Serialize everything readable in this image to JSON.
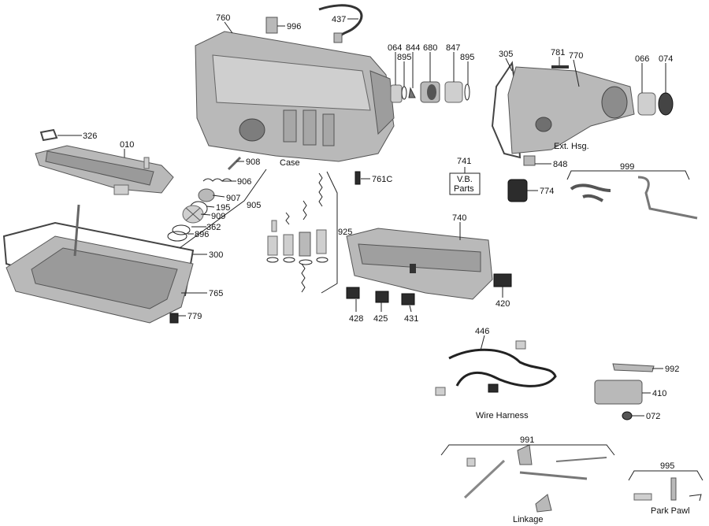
{
  "parts": {
    "p760": "760",
    "p996": "996",
    "p437": "437",
    "p064": "064",
    "p895a": "895",
    "p844": "844",
    "p680": "680",
    "p847": "847",
    "p895b": "895",
    "p305": "305",
    "p781": "781",
    "p770": "770",
    "p066": "066",
    "p074": "074",
    "p326": "326",
    "p010": "010",
    "p908": "908",
    "p906": "906",
    "p907": "907",
    "p195": "195",
    "p909": "909",
    "p905": "905",
    "p362": "362",
    "p896": "896",
    "p761c": "761C",
    "p741": "741",
    "p848": "848",
    "p999": "999",
    "p774": "774",
    "p925": "925",
    "p740": "740",
    "p300": "300",
    "p765": "765",
    "p779": "779",
    "p420": "420",
    "p428": "428",
    "p425": "425",
    "p431": "431",
    "p446": "446",
    "p992": "992",
    "p410": "410",
    "p072": "072",
    "p991": "991",
    "p995": "995"
  },
  "captions": {
    "case": "Case",
    "ext_hsg": "Ext. Hsg.",
    "vb_parts_line1": "V.B.",
    "vb_parts_line2": "Parts",
    "wire_harness": "Wire Harness",
    "linkage": "Linkage",
    "park_pawl": "Park Pawl"
  }
}
